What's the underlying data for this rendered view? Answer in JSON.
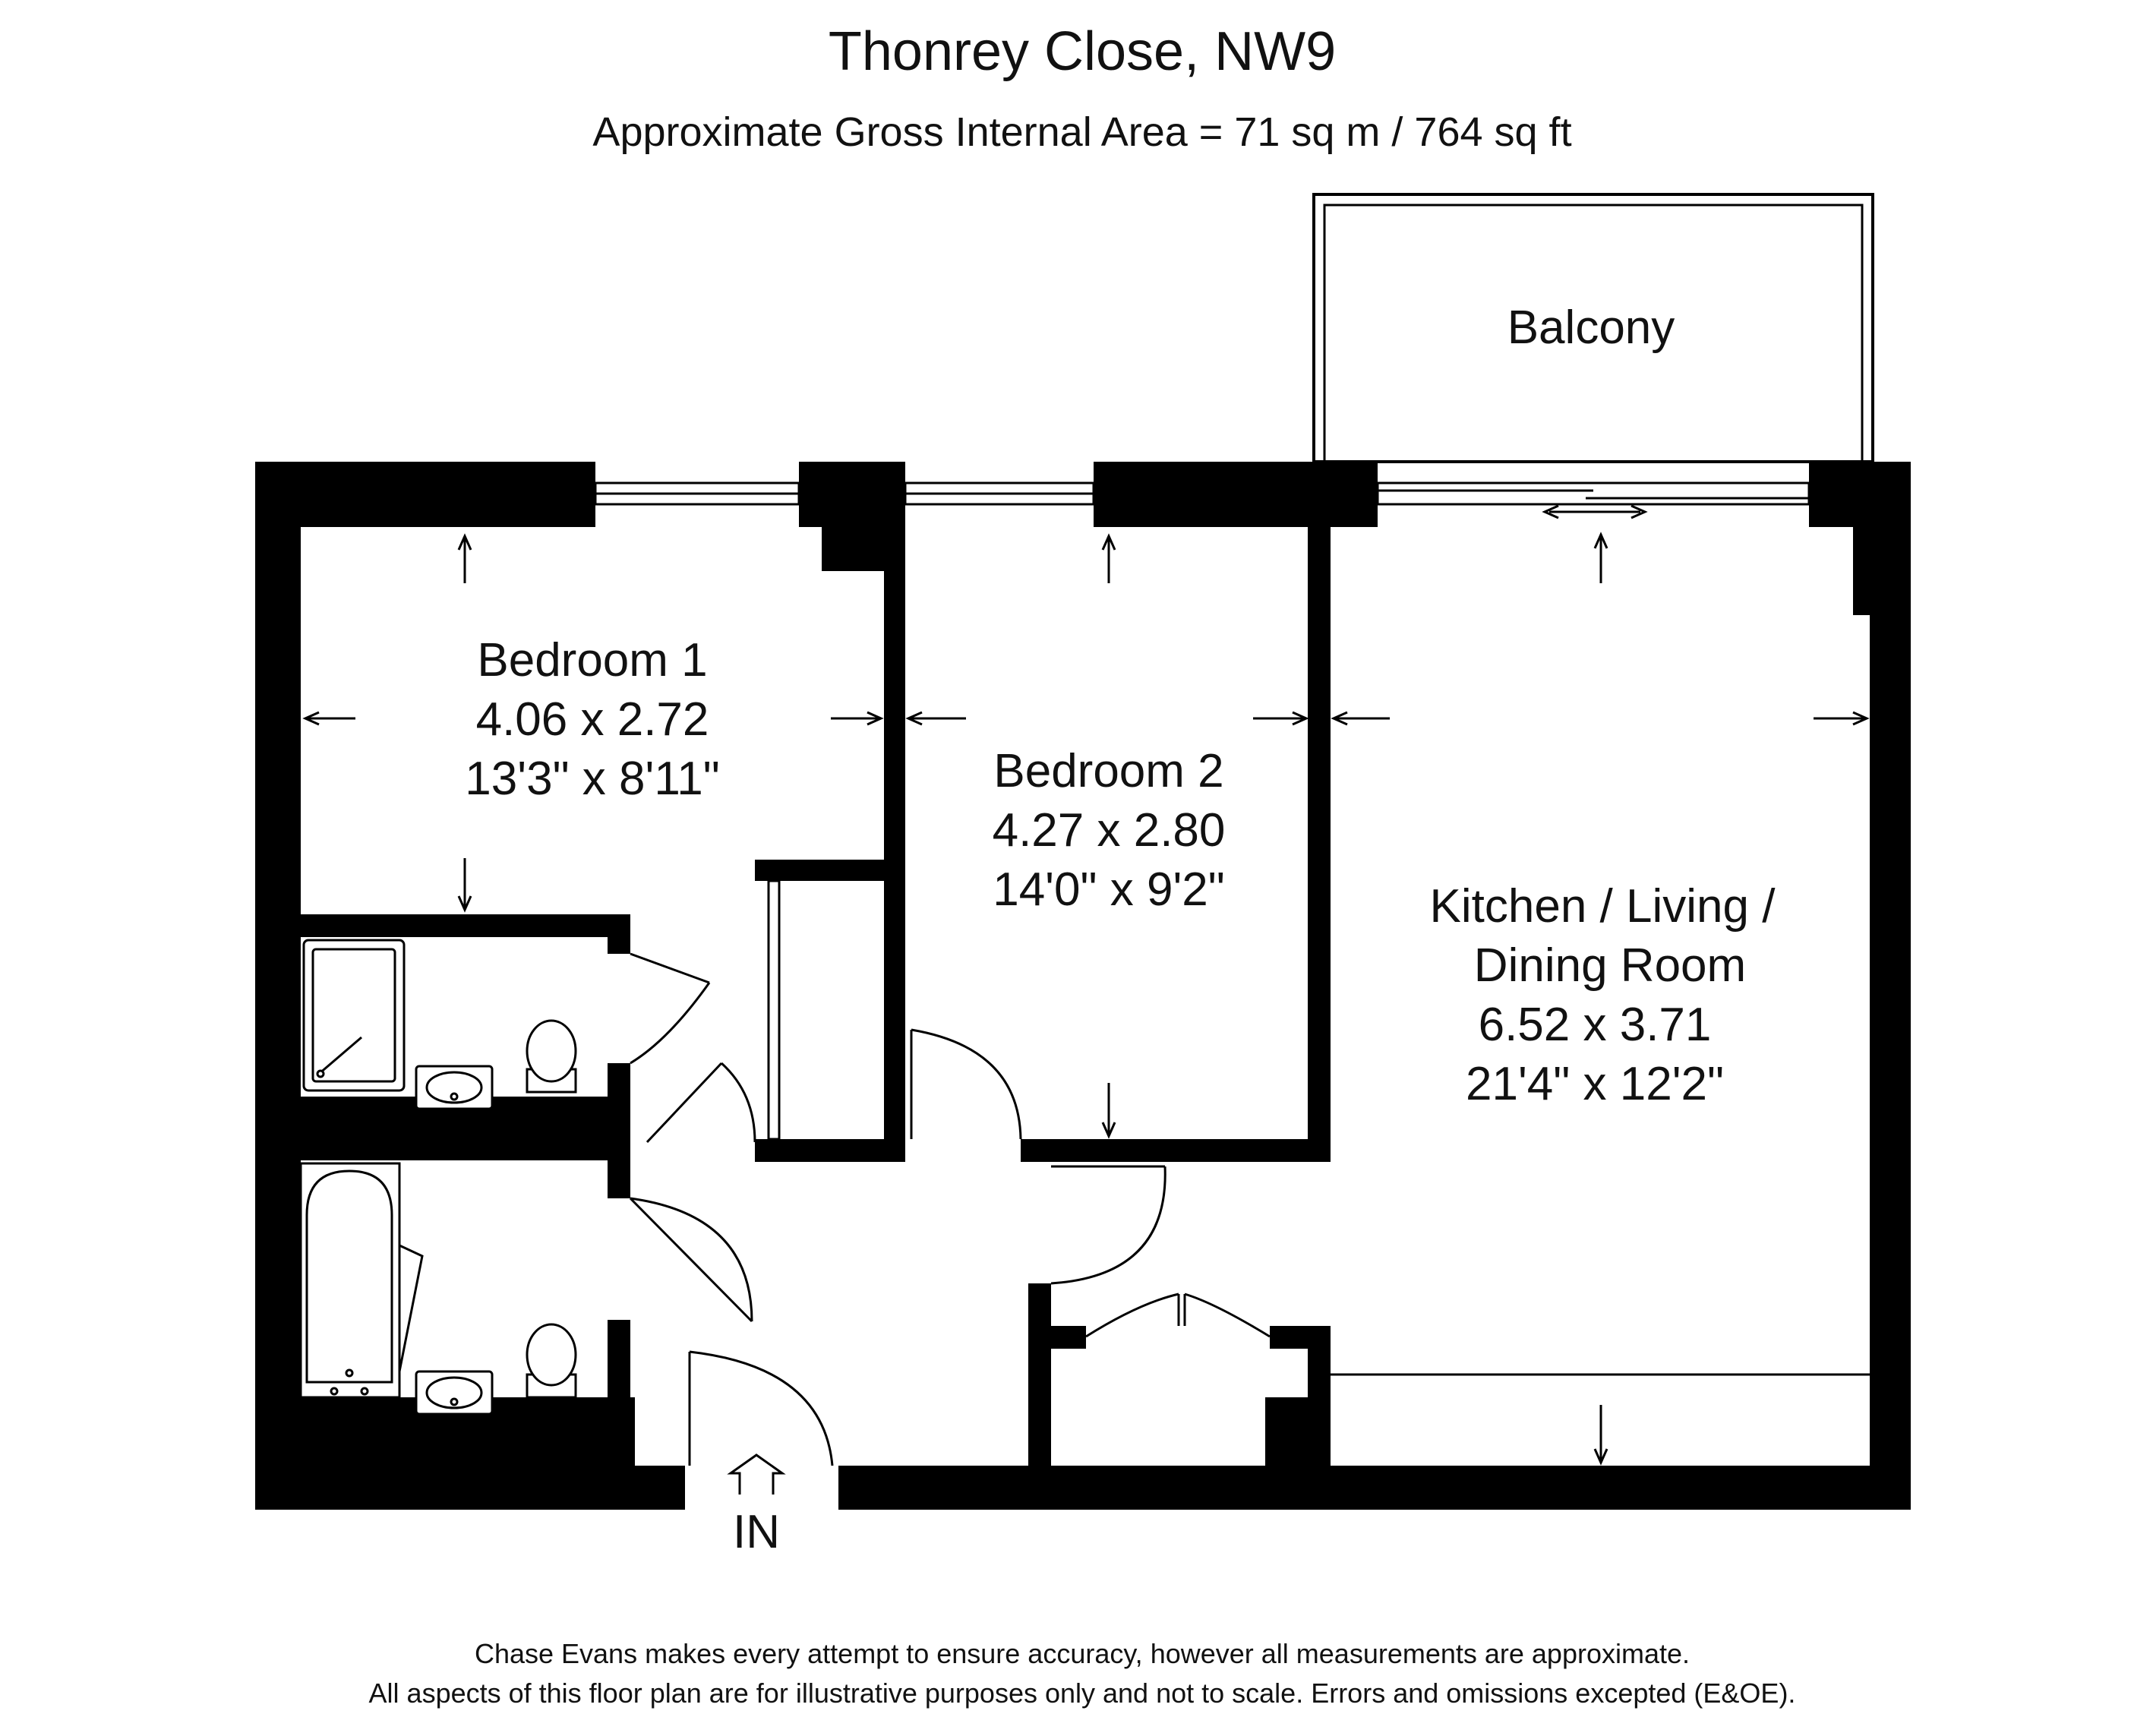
{
  "header": {
    "title": "Thonrey Close, NW9",
    "area": "Approximate Gross Internal Area = 71 sq m / 764 sq ft"
  },
  "rooms": {
    "balcony": {
      "name": "Balcony"
    },
    "bedroom1": {
      "name": "Bedroom 1",
      "metric": "4.06 x 2.72",
      "imperial": "13'3\" x 8'11\""
    },
    "bedroom2": {
      "name": "Bedroom 2",
      "metric": "4.27 x 2.80",
      "imperial": "14'0\" x 9'2\""
    },
    "kitchen": {
      "name_line1": "Kitchen / Living /",
      "name_line2": "Dining Room",
      "metric": "6.52 x 3.71",
      "imperial": "21'4\" x 12'2\""
    }
  },
  "entrance": {
    "label": "IN"
  },
  "footer": {
    "line1": "Chase Evans makes every attempt to ensure accuracy, however all measurements are approximate.",
    "line2": "All aspects of this floor plan are for illustrative purposes only and not to scale. Errors and omissions excepted (E&OE)."
  }
}
